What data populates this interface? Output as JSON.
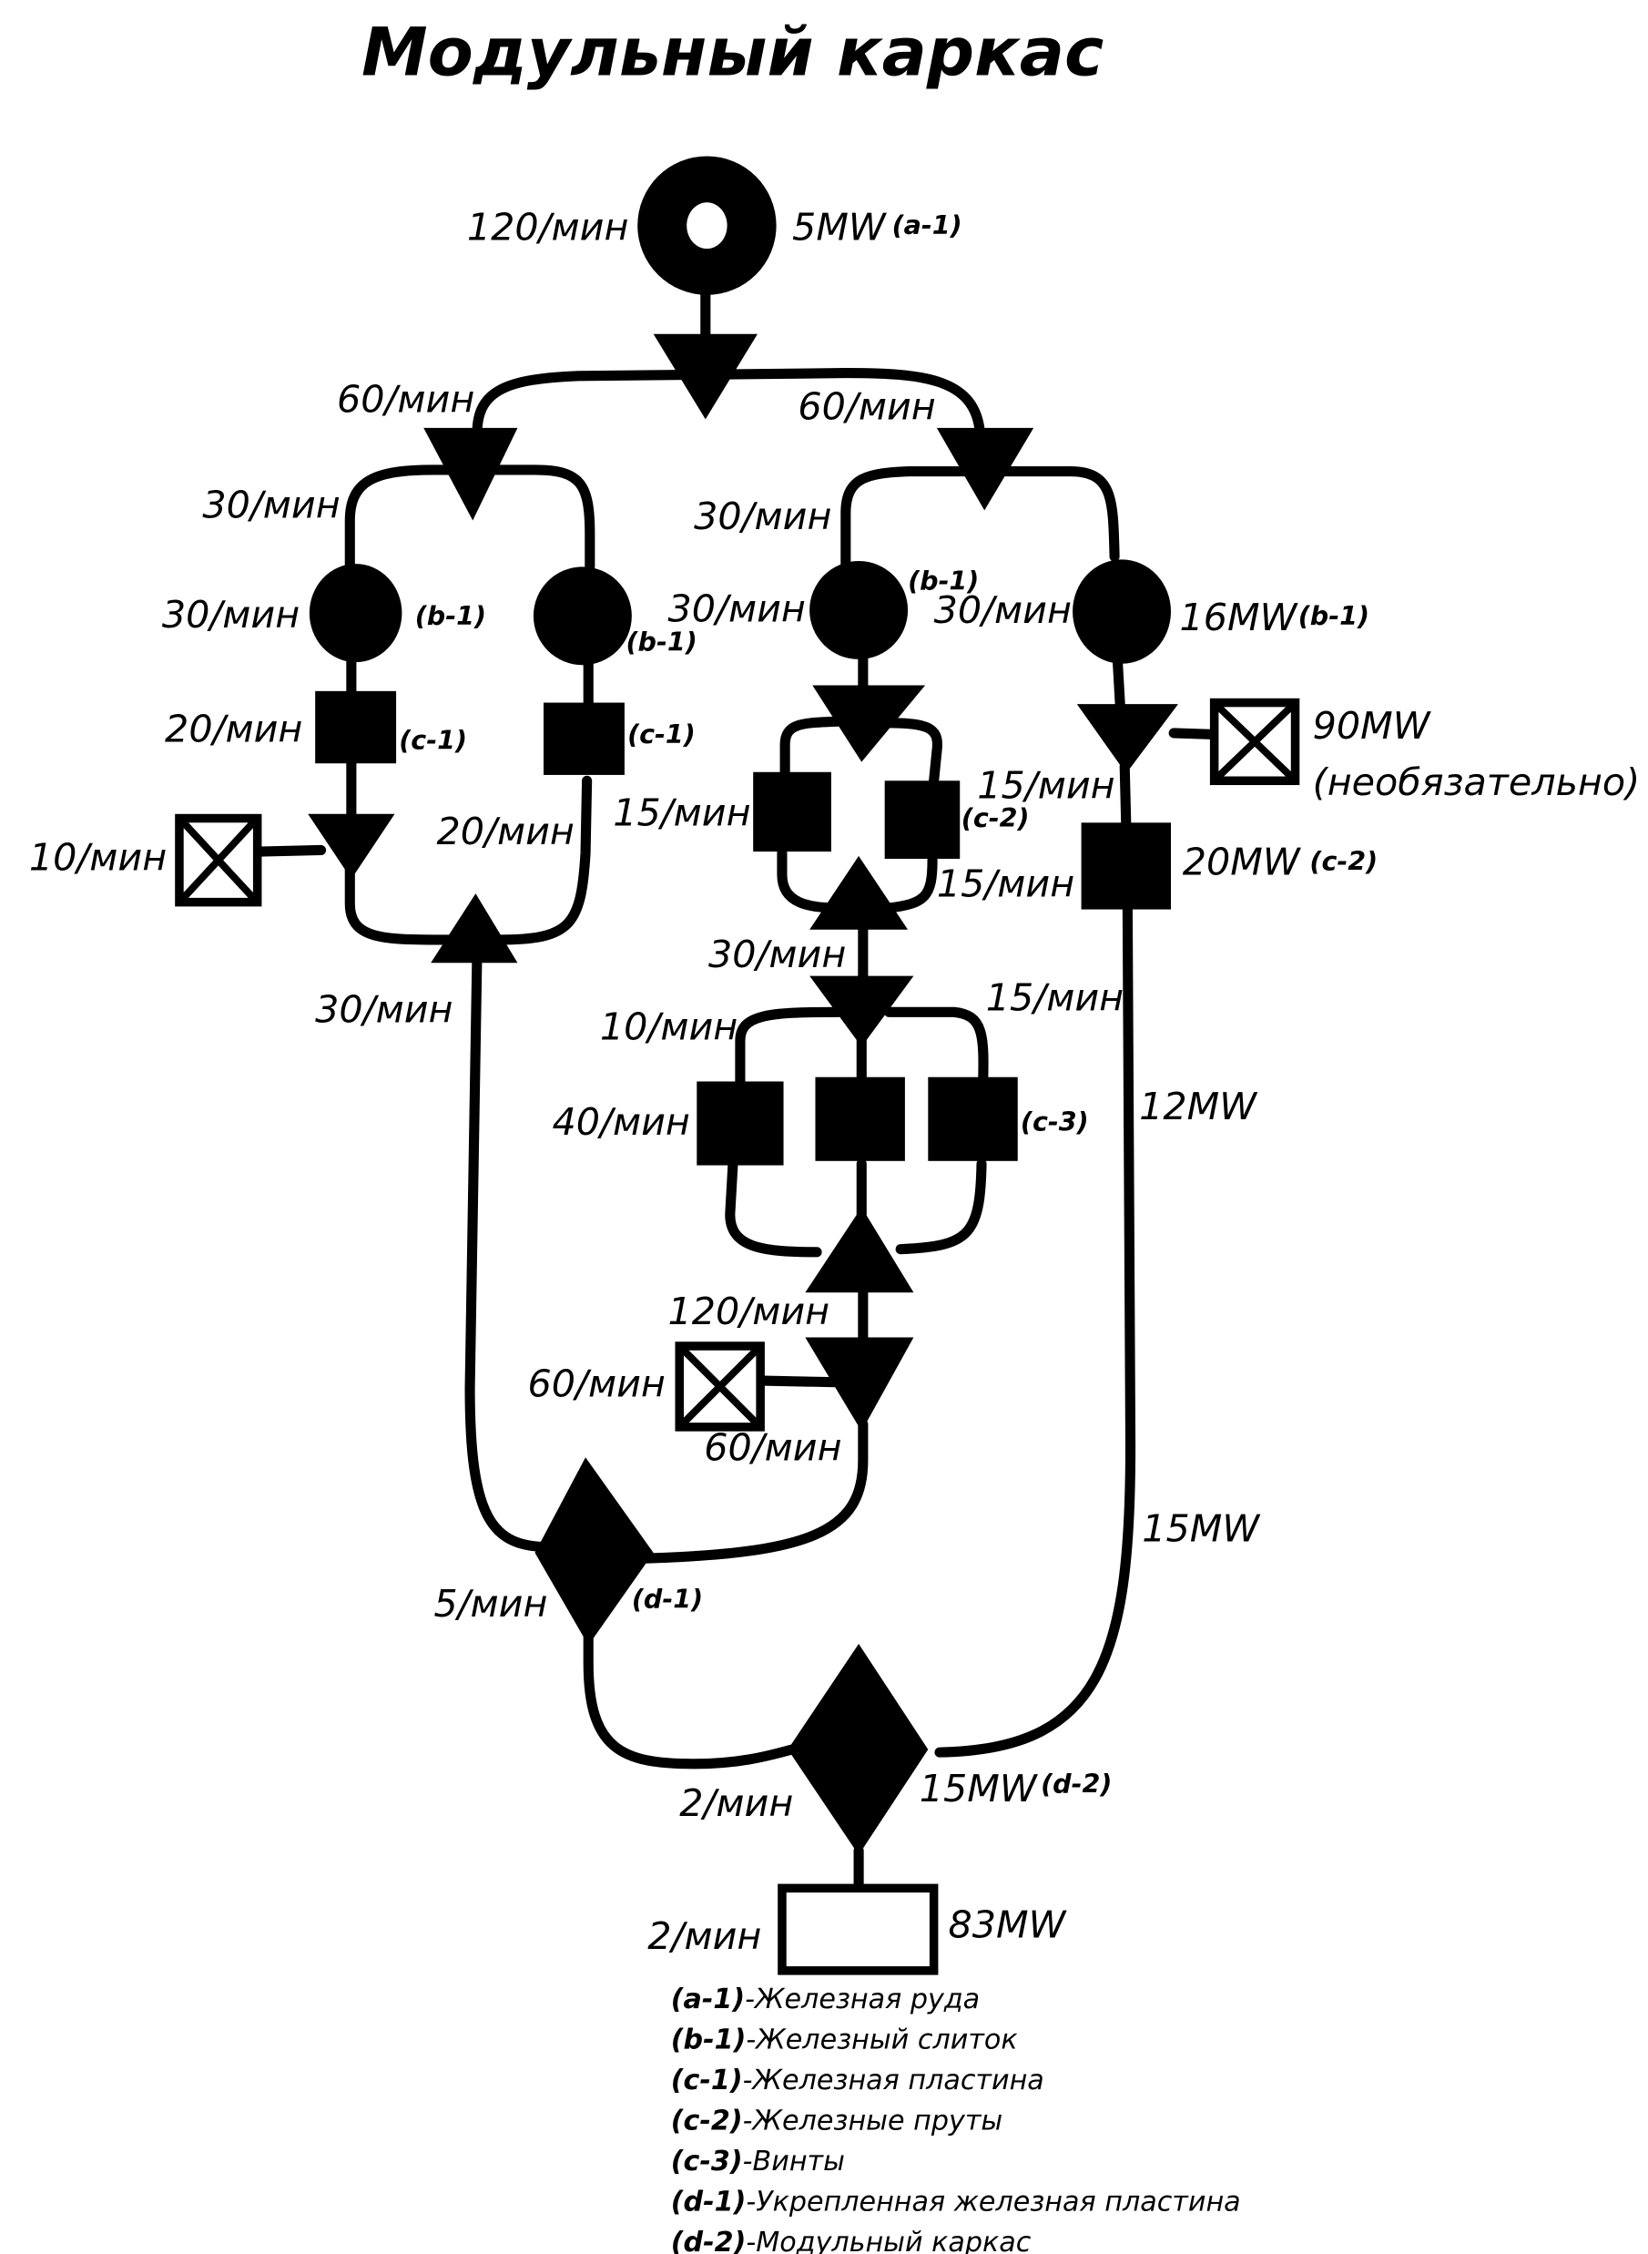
{
  "title": "Модульный каркас",
  "colors": {
    "ink": "#000000",
    "background": "#ffffff"
  },
  "nodes": {
    "ore": {
      "rate": "120/мин",
      "power": "5MW",
      "tag": "(a-1)"
    },
    "split_top": {
      "left_rate": "60/мин",
      "right_rate": "60/мин"
    },
    "left_branch": {
      "split_rate": "30/мин",
      "smelter_left": {
        "rate": "30/мин",
        "tag": "(b-1)"
      },
      "smelter_right": {
        "tag": "(b-1)"
      },
      "plate_left": {
        "rate": "20/мин",
        "tag": "(c-1)"
      },
      "plate_right": {
        "tag": "(c-1)"
      },
      "sink_rate": "10/мин",
      "merge_in_rate": "20/мин",
      "merge_out_rate": "30/мин"
    },
    "right_mid_branch": {
      "split_rate": "30/мин",
      "smelter": {
        "rate": "30/мин",
        "tag": "(b-1)"
      },
      "rod_left_rate": "15/мин",
      "rod_right": {
        "rate_top": "15/мин",
        "tag": "(c-2)",
        "rate_bottom": "15/мин"
      },
      "merge_rate": "30/мин",
      "screw_split_left": "10/мин",
      "screw_split_right": "15/мин",
      "screw_left_rate": "40/мин",
      "screw_tag": "(c-3)",
      "screw_out_rate": "120/мин",
      "sink_rate": "60/мин",
      "to_assembler_rate": "60/мин"
    },
    "far_right_branch": {
      "smelter": {
        "rate": "30/мин",
        "power": "16MW",
        "tag": "(b-1)"
      },
      "sink": {
        "power": "90MW",
        "note": "(необязательно)"
      },
      "rod_rate": "15/мин",
      "rod": {
        "power": "20MW",
        "tag": "(c-2)"
      },
      "line_power_1": "12MW",
      "line_power_2": "15MW"
    },
    "assembler_d1": {
      "rate": "5/мин",
      "tag": "(d-1)"
    },
    "assembler_d2": {
      "rate": "2/мин",
      "power": "15MW",
      "tag": "(d-2)"
    },
    "output": {
      "rate": "2/мин",
      "power": "83MW"
    }
  },
  "legend": [
    {
      "code": "(a-1)",
      "name": "-Железная руда"
    },
    {
      "code": "(b-1)",
      "name": "-Железный слиток"
    },
    {
      "code": "(c-1)",
      "name": "-Железная пластина"
    },
    {
      "code": "(c-2)",
      "name": "-Железные пруты"
    },
    {
      "code": "(c-3)",
      "name": "-Винты"
    },
    {
      "code": "(d-1)",
      "name": "-Укрепленная железная пластина"
    },
    {
      "code": "(d-2)",
      "name": "-Модульный каркас"
    }
  ]
}
